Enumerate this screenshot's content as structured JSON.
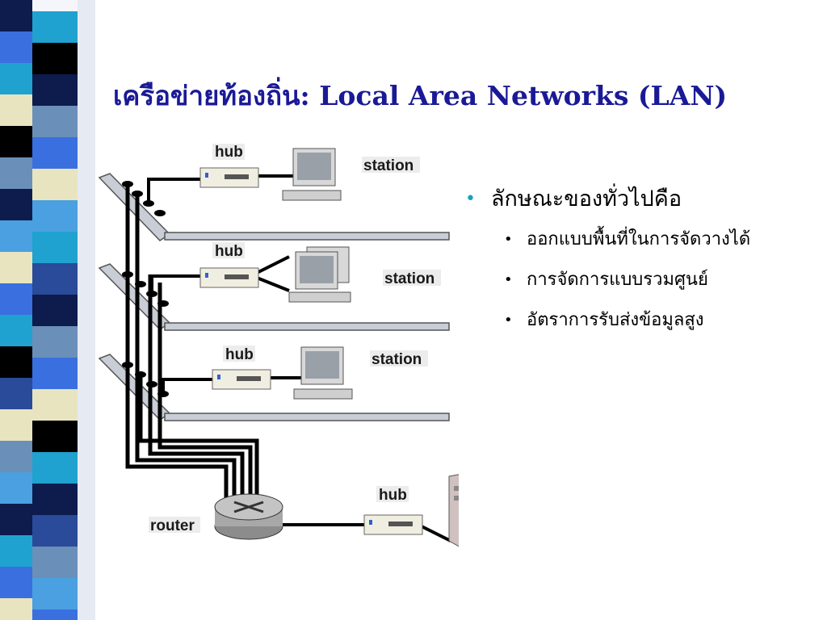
{
  "title": "เครือข่ายท้องถิ่น: Local Area Networks (LAN)",
  "diagram": {
    "labels": {
      "hub1": "hub",
      "station1": "station",
      "hub2": "hub",
      "station2": "station",
      "hub3": "hub",
      "station3": "station",
      "hub4": "hub",
      "server": "server",
      "router": "router"
    }
  },
  "bullets": {
    "main": "ลักษณะของทั่วไปคือ",
    "items": [
      "ออกแบบพื้นที่ในการจัดวางได้",
      "การจัดการแบบรวมศูนย์",
      "อัตราการรับส่งข้อมูลสูง"
    ]
  },
  "colors": {
    "title": "#1a1a96",
    "bullet": "#1b9fbf",
    "strip": [
      "#3a6fe0",
      "#0d1b4d",
      "#e8e4c0",
      "#1fa2cf",
      "#6a8fb8",
      "#000000",
      "#4aa0e0",
      "#2a4a9a"
    ]
  }
}
